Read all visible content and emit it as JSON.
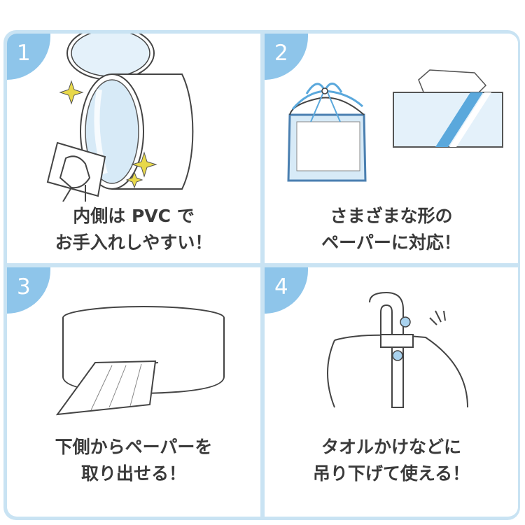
{
  "panels": [
    {
      "number": "1",
      "caption_lines": [
        "内側は PVC で",
        "お手入れしやすい！"
      ]
    },
    {
      "number": "2",
      "caption_lines": [
        "さまざまな形の",
        "ペーパーに対応！"
      ]
    },
    {
      "number": "3",
      "caption_lines": [
        "下側からペーパーを",
        "取り出せる！"
      ]
    },
    {
      "number": "4",
      "caption_lines": [
        "タオルかけなどに",
        "吊り下げて使える！"
      ]
    }
  ],
  "colors": {
    "frame": "#c9e3f3",
    "badge": "#8ec5ea",
    "accent": "#5aa8dc"
  }
}
